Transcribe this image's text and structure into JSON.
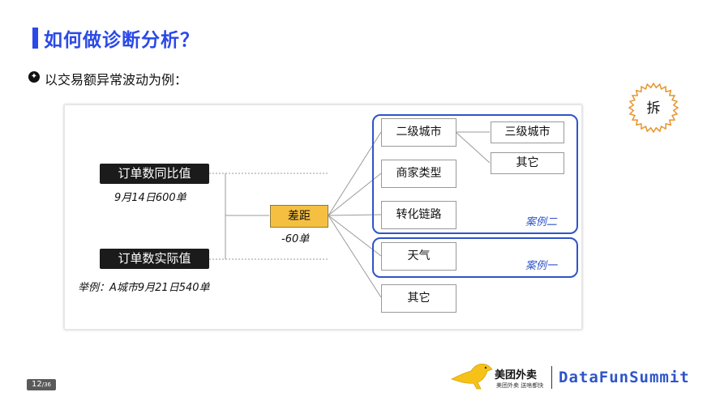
{
  "title": "如何做诊断分析？",
  "subtitle": "以交易额异常波动为例：",
  "burst_label": "拆",
  "diagram": {
    "order_yoy": "订单数同比值",
    "order_yoy_note": "9月14日600单",
    "order_actual": "订单数实际值",
    "order_actual_note": "举例：A城市9月21日540单",
    "gap": "差距",
    "gap_value": "-60单",
    "factors": [
      "二级城市",
      "商家类型",
      "转化链路",
      "天气",
      "其它"
    ],
    "sub_factors": [
      "三级城市",
      "其它"
    ],
    "case_two": "案例二",
    "case_one": "案例一"
  },
  "footer": {
    "page": "12",
    "total": "/36",
    "brand_cn": "美团外卖",
    "brand_cn_sub": "美团外卖 送啥都快",
    "brand_en": "DataFunSummit"
  },
  "colors": {
    "accent": "#2b49e8",
    "case_border": "#2e54c9",
    "gap_fill": "#f5c042",
    "burst": "#e8942a"
  }
}
